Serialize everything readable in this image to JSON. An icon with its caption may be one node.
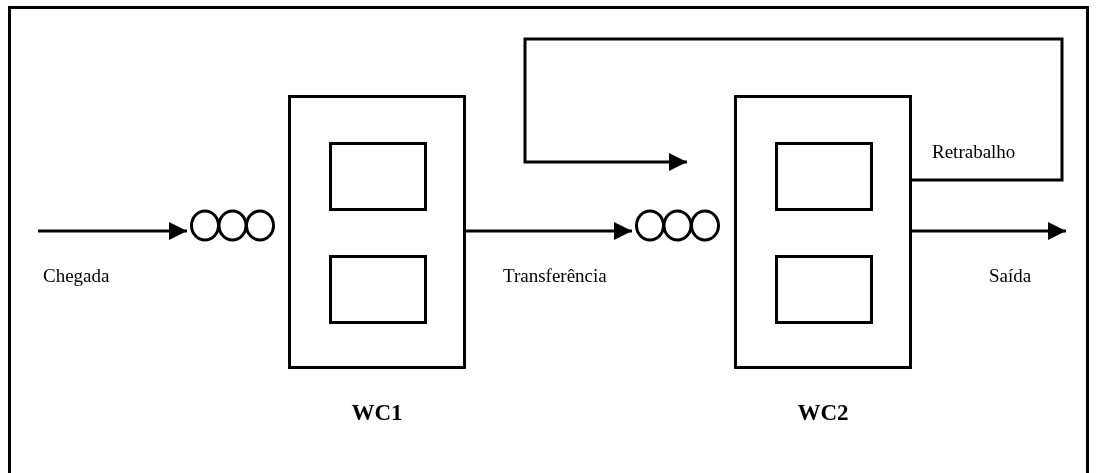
{
  "diagram": {
    "nodes": [
      {
        "text": [],
        "shape": "circle"
      },
      {
        "text": [
          "WC1"
        ]
      },
      {
        "text": [],
        "shape": "box",
        "in": 1
      },
      {
        "text": [],
        "shape": "box",
        "in": 1
      },
      {
        "text": [],
        "shape": "circle"
      },
      {
        "text": [
          "WC2"
        ]
      },
      {
        "text": [],
        "shape": "box",
        "in": 5
      },
      {
        "text": [],
        "shape": "box",
        "in": 5
      }
    ],
    "edges": [
      {
        "from": null,
        "to": 0,
        "arrow": "to",
        "label": "Chegada"
      },
      {
        "from": 1,
        "to": 4,
        "arrow": "to",
        "label": "Transferência"
      },
      {
        "from": 5,
        "to": null,
        "arrow": "to",
        "label": "Saída"
      },
      {
        "from": 5,
        "to": null,
        "arrow": "to",
        "label": "Retrabalho"
      }
    ]
  }
}
